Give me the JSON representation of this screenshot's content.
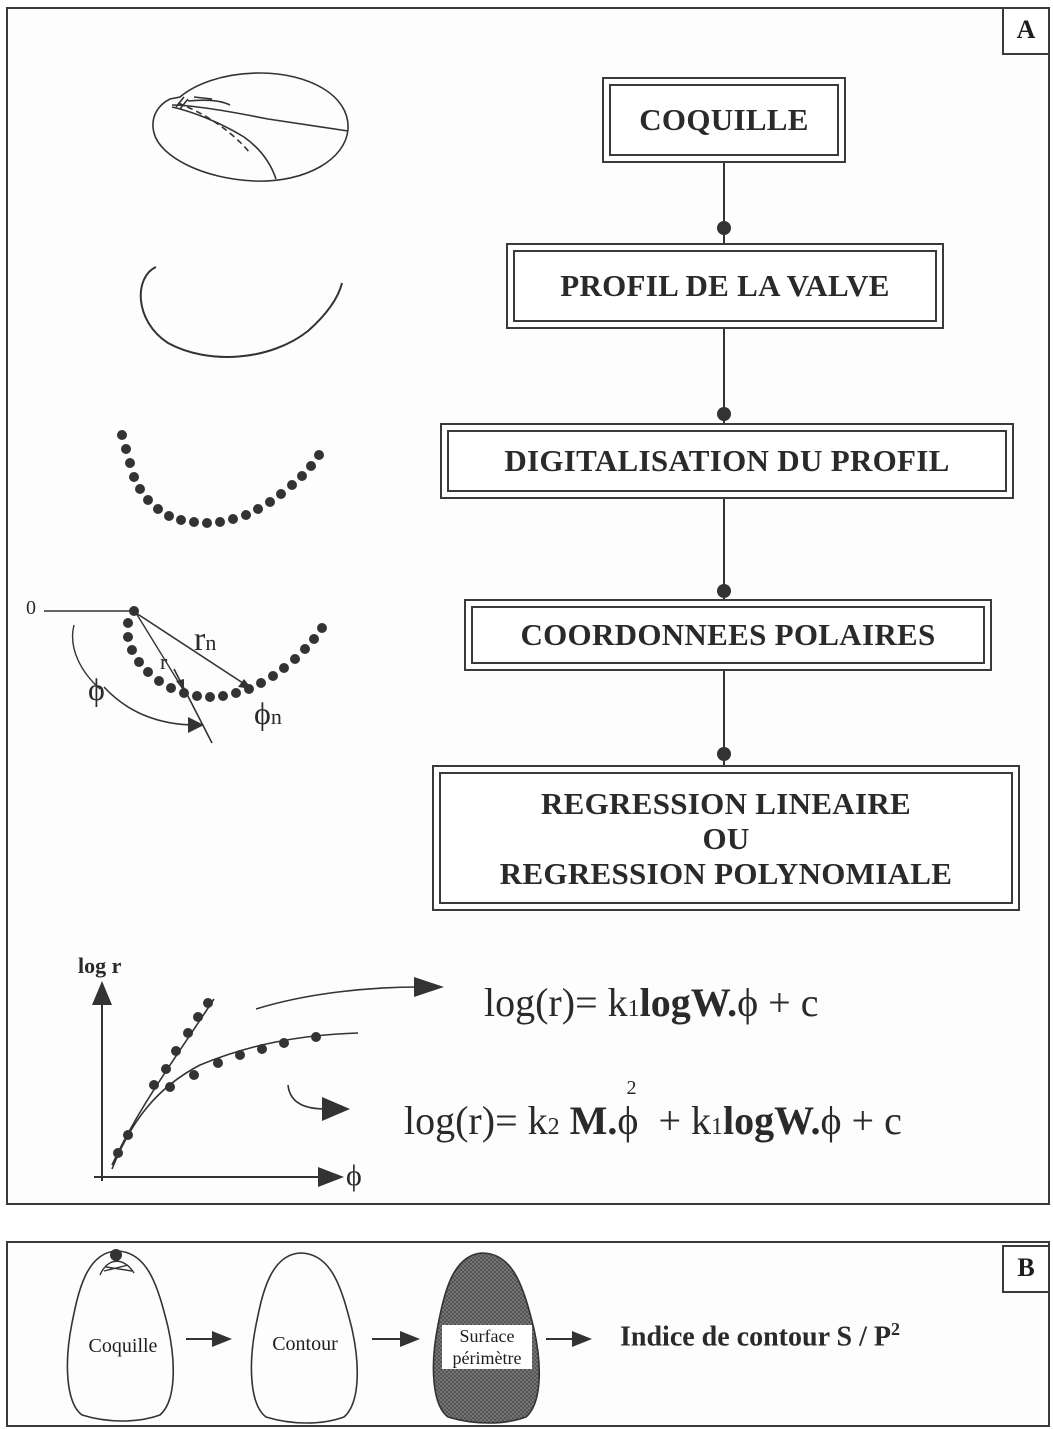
{
  "panel_a": {
    "letter": "A",
    "steps": [
      {
        "label": "COQUILLE"
      },
      {
        "label": "PROFIL DE LA VALVE"
      },
      {
        "label": "DIGITALISATION DU PROFIL"
      },
      {
        "label": "COORDONNEES POLAIRES"
      },
      {
        "lines": [
          "REGRESSION LINEAIRE",
          "OU",
          "REGRESSION POLYNOMIALE"
        ]
      }
    ],
    "polar_labels": {
      "origin": "0",
      "rn": "r",
      "rn_sub": "n",
      "r": "r",
      "phi": "ϕ",
      "phin": "ϕ",
      "phin_sub": "n"
    },
    "graph": {
      "ylabel": "log r",
      "xlabel": "ϕ"
    },
    "formula1": {
      "lhs": "log(r)= k",
      "sub1": "1",
      "bold": "logW.",
      "phi": "ϕ",
      "tail": " + c"
    },
    "formula2": {
      "lhs": "log(r)= k",
      "sub2": "2",
      "bold1": "M.",
      "phi": "ϕ",
      "sup": "2",
      "mid": " + k",
      "sub1": "1",
      "bold2": "logW.",
      "phi2": "ϕ",
      "tail": " + c"
    }
  },
  "panel_b": {
    "letter": "B",
    "shapes": [
      "Coquille",
      "Contour"
    ],
    "surface_label": [
      "Surface",
      "périmètre"
    ],
    "result_text": "Indice de contour S / P",
    "result_sup": "2"
  },
  "colors": {
    "ink": "#2a2a2a",
    "dot": "#333333"
  }
}
